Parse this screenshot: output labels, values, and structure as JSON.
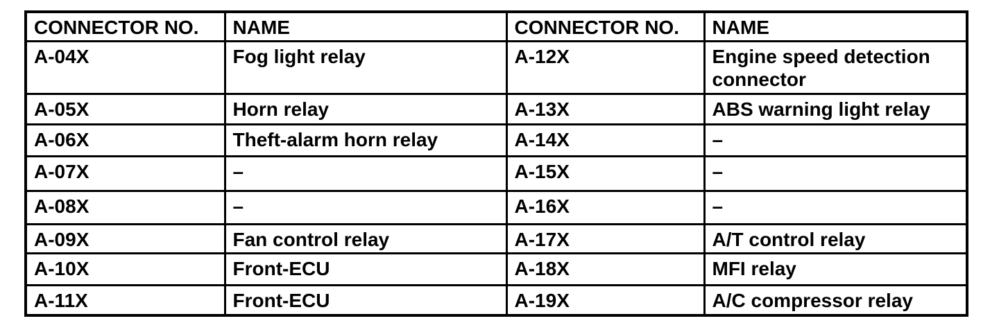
{
  "page": {
    "background_color": "#ffffff",
    "border_color": "#000000",
    "text_color": "#000000"
  },
  "table": {
    "columns": [
      "CONNECTOR NO.",
      "NAME",
      "CONNECTOR NO.",
      "NAME"
    ],
    "rows": [
      [
        "A-04X",
        "Fog light relay",
        "A-12X",
        "Engine speed detection connector"
      ],
      [
        "A-05X",
        "Horn relay",
        "A-13X",
        "ABS warning light relay"
      ],
      [
        "A-06X",
        "Theft-alarm horn relay",
        "A-14X",
        "–"
      ],
      [
        "A-07X",
        "–",
        "A-15X",
        "–"
      ],
      [
        "A-08X",
        "–",
        "A-16X",
        "–"
      ],
      [
        "A-09X",
        "Fan control relay",
        "A-17X",
        "A/T control relay"
      ],
      [
        "A-10X",
        "Front-ECU",
        "A-18X",
        "MFI relay"
      ],
      [
        "A-11X",
        "Front-ECU",
        "A-19X",
        "A/C compressor relay"
      ]
    ]
  }
}
